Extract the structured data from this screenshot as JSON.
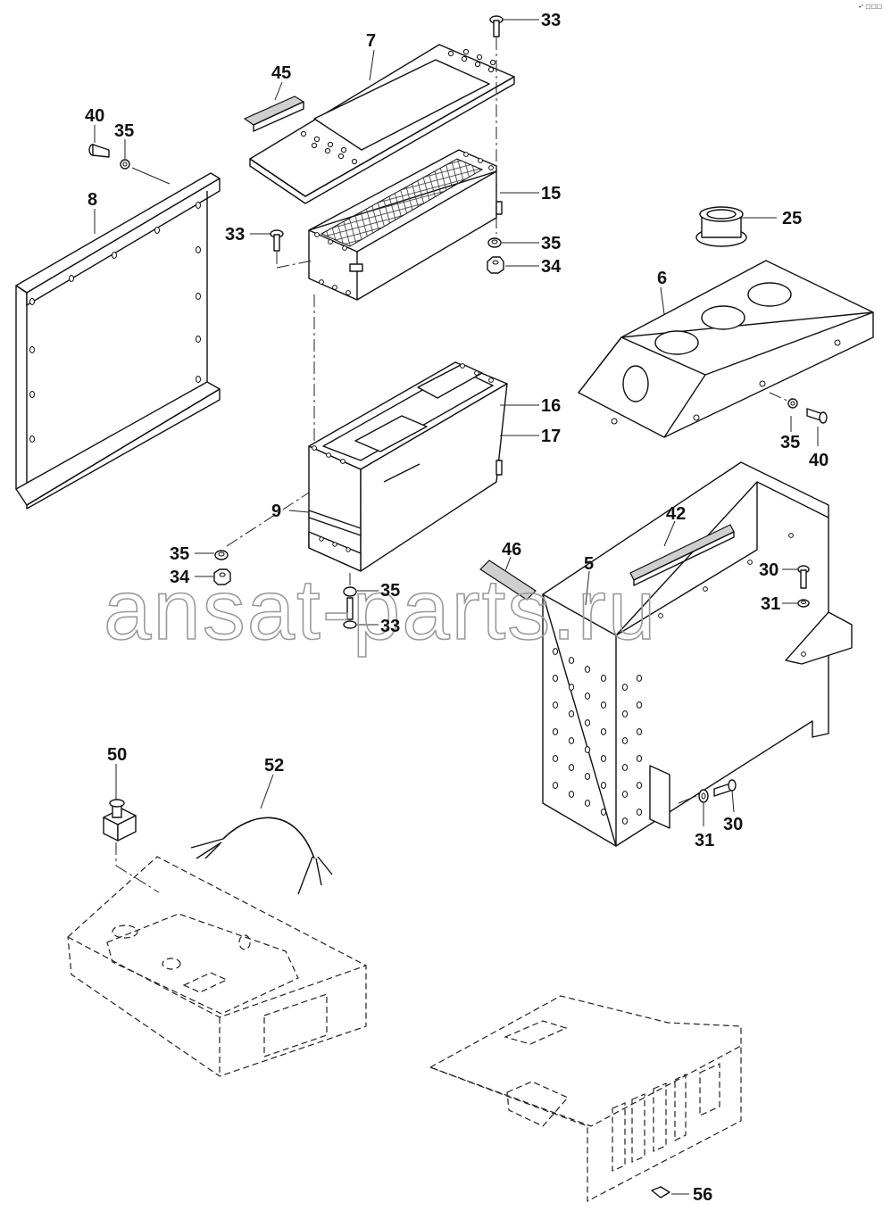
{
  "watermark": "ansat-parts.ru",
  "corner_mark": "•° ☐☐☐",
  "callouts": {
    "c7": "7",
    "c45": "45",
    "c33a": "33",
    "c40a": "40",
    "c35a": "35",
    "c8": "8",
    "c33b": "33",
    "c15": "15",
    "c35b": "35",
    "c34a": "34",
    "c25": "25",
    "c6": "6",
    "c16": "16",
    "c17": "17",
    "c35c": "35",
    "c40b": "40",
    "c9": "9",
    "c35d": "35",
    "c34b": "34",
    "c35e": "35",
    "c33c": "33",
    "c42": "42",
    "c46": "46",
    "c5": "5",
    "c30a": "30",
    "c31a": "31",
    "c50": "50",
    "c52": "52",
    "c31b": "31",
    "c30b": "30",
    "c56": "56"
  }
}
